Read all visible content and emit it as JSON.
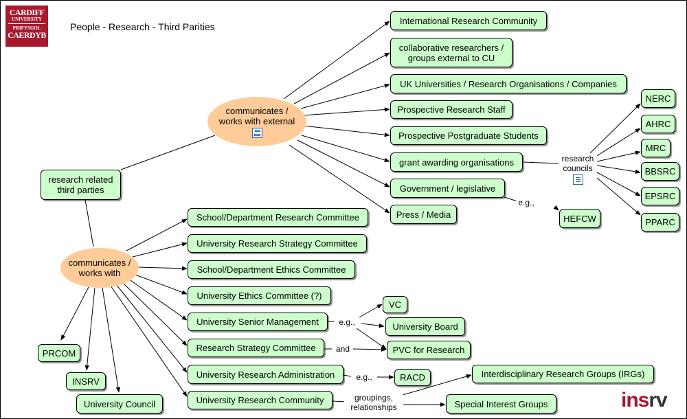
{
  "title": "People - Research - Third Parities",
  "logo": {
    "top_line1": "CARDIFF",
    "top_line2": "UNIVERSITY",
    "bottom_line1": "PRIFYSGOL",
    "bottom_line2": "CAERDYB",
    "insrv_prefix": "ins",
    "insrv_suffix": "rv"
  },
  "hubs": {
    "research_third_parties": "research related third parties",
    "communicates_external_line1": "communicates /",
    "communicates_external_line2": "works with external",
    "communicates_with_line1": "communicates /",
    "communicates_with_line2": "works with"
  },
  "external": {
    "international": "International Research Community",
    "collaborative": "collaborative researchers / groups external to CU",
    "uk_universities": "UK Universities / Research Organisations / Companies",
    "prospective_staff": "Prospective Research Staff",
    "prospective_pg": "Prospective Postgraduate Students",
    "grant_awarding": "grant awarding organisations",
    "government": "Government / legislative",
    "press": "Press / Media"
  },
  "councils": {
    "label": "research councils",
    "items": [
      "NERC",
      "AHRC",
      "MRC",
      "BBSRC",
      "EPSRC",
      "PPARC"
    ]
  },
  "hefcw": {
    "label": "e.g.,",
    "node": "HEFCW"
  },
  "internal": {
    "school_research": "School/Department Research Committee",
    "univ_research_strategy": "University Research Strategy Committee",
    "school_ethics": "School/Department Ethics Committee",
    "univ_ethics": "University Ethics Committee (?)",
    "senior_mgmt": "University Senior Management",
    "research_strategy": "Research Strategy Committee",
    "research_admin": "University Research Administration",
    "research_community": "University Research Community",
    "prcom": "PRCOM",
    "insrv": "INSRV",
    "council": "University Council"
  },
  "senior": {
    "label": "e.g.,",
    "vc": "VC",
    "board": "University Board",
    "pvc": "PVC for Research",
    "and_label": "and"
  },
  "admin": {
    "label": "e.g.,",
    "racd": "RACD"
  },
  "community": {
    "label": "groupings, relationships",
    "irgs": "Interdisciplinary Research Groups (IRGs)",
    "sig": "Special Interest Groups"
  },
  "colors": {
    "node_fill": "#ccffcc",
    "hub_fill": "#ffcc99",
    "logo_red": "#a6192e"
  }
}
